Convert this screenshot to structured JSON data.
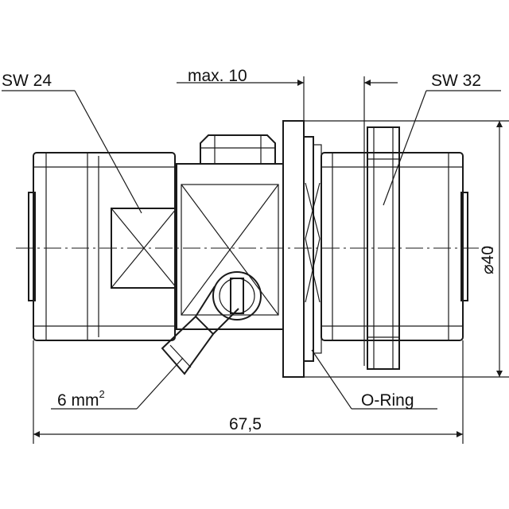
{
  "labels": {
    "sw24": "SW 24",
    "sw32": "SW 32",
    "max10": "max. 10",
    "diameter_symbol": "⌀",
    "diameter_value": "40",
    "wire_size": "6  mm",
    "wire_sup": "2",
    "oring": "O-Ring",
    "length": "67,5"
  },
  "colors": {
    "line": "#1a1a1a",
    "background": "#ffffff"
  }
}
